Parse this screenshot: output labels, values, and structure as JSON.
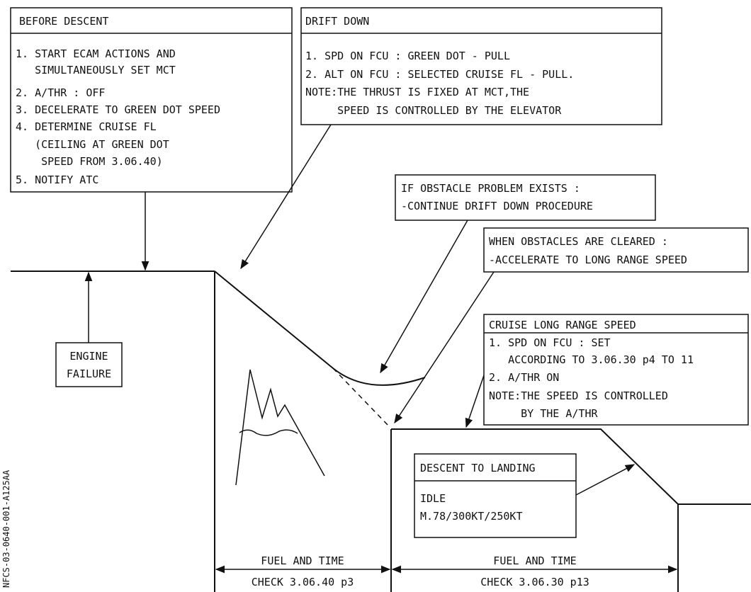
{
  "before_descent": {
    "title": "BEFORE DESCENT",
    "lines": [
      "1. START ECAM ACTIONS AND",
      "   SIMULTANEOUSLY SET MCT",
      "2. A/THR : OFF",
      "3. DECELERATE TO GREEN DOT SPEED",
      "4. DETERMINE CRUISE FL",
      "   (CEILING AT GREEN DOT",
      "    SPEED FROM 3.06.40)",
      "5. NOTIFY ATC"
    ]
  },
  "drift_down": {
    "title": "DRIFT DOWN",
    "lines": [
      "1. SPD ON FCU : GREEN DOT - PULL",
      "2. ALT ON FCU : SELECTED CRUISE FL - PULL.",
      "NOTE:THE THRUST IS FIXED AT MCT,THE",
      "     SPEED IS CONTROLLED BY THE ELEVATOR"
    ]
  },
  "obstacle_problem": {
    "lines": [
      "IF OBSTACLE PROBLEM EXISTS :",
      "-CONTINUE DRIFT DOWN PROCEDURE"
    ]
  },
  "obstacles_cleared": {
    "lines": [
      "WHEN OBSTACLES ARE CLEARED :",
      "-ACCELERATE TO LONG RANGE SPEED"
    ]
  },
  "cruise_lrs": {
    "title": "CRUISE LONG RANGE SPEED",
    "lines": [
      "1. SPD ON FCU : SET",
      "   ACCORDING TO 3.06.30 p4 TO 11",
      "2. A/THR ON",
      "NOTE:THE SPEED IS CONTROLLED",
      "     BY THE A/THR"
    ]
  },
  "engine_failure": {
    "lines": [
      "ENGINE",
      "FAILURE"
    ]
  },
  "descent_to_landing": {
    "title": "DESCENT TO LANDING",
    "lines": [
      "IDLE",
      "M.78/300KT/250KT"
    ]
  },
  "fuel_time_left": {
    "line1": "FUEL AND TIME",
    "line2": "CHECK 3.06.40 p3"
  },
  "fuel_time_right": {
    "line1": "FUEL AND TIME",
    "line2": "CHECK 3.06.30 p13"
  },
  "figure_ref": "NFCS-03-0640-001-A125AA"
}
